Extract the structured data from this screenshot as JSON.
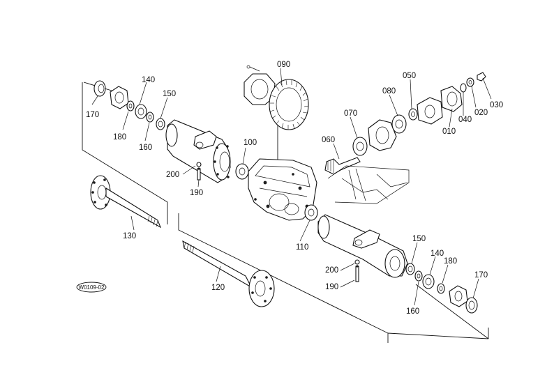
{
  "diagram_code": "W0109-02",
  "callouts": {
    "p010": "010",
    "p020": "020",
    "p030": "030",
    "p040": "040",
    "p050": "050",
    "p060": "060",
    "p070": "070",
    "p080": "080",
    "p090": "090",
    "p100": "100",
    "p110": "110",
    "p120": "120",
    "p130": "130",
    "p140a": "140",
    "p140b": "140",
    "p150a": "150",
    "p150b": "150",
    "p160a": "160",
    "p160b": "160",
    "p170a": "170",
    "p170b": "170",
    "p180a": "180",
    "p180b": "180",
    "p190a": "190",
    "p190b": "190",
    "p200a": "200",
    "p200b": "200"
  }
}
